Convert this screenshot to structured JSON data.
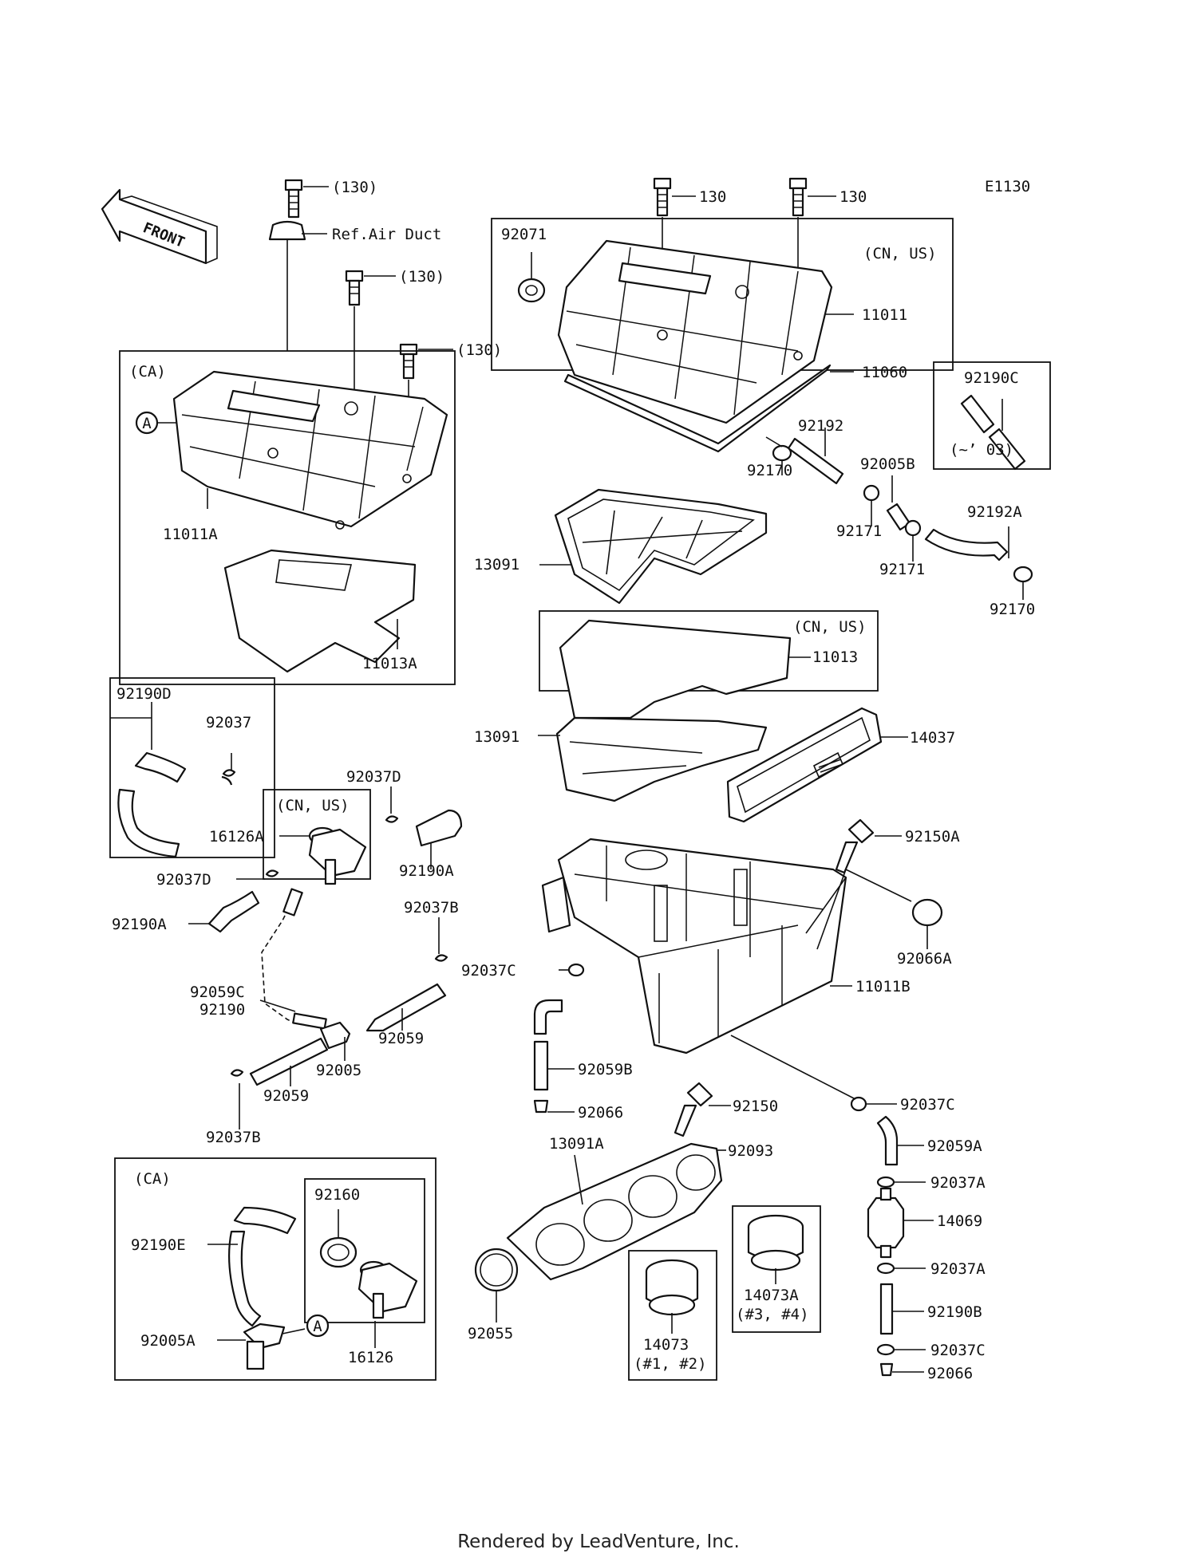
{
  "diagram_code": "E1130",
  "front_label": "FRONT",
  "footer": "Rendered by LeadVenture, Inc.",
  "markers": {
    "a1": "A",
    "a2": "A"
  },
  "labels": {
    "l130a": "(130)",
    "refair": "Ref.Air Duct",
    "l130b": "(130)",
    "l130c": "(130)",
    "ca1": "(CA)",
    "p11011A": "11011A",
    "p11013A": "11013A",
    "t130a": "130",
    "t130b": "130",
    "p92071": "92071",
    "cnus1": "(CN, US)",
    "p11011": "11011",
    "p11060": "11060",
    "p92190C": "92190C",
    "y03": "(~’ 03)",
    "p92192": "92192",
    "p92005B": "92005B",
    "p92170a": "92170",
    "p92192A": "92192A",
    "p92171a": "92171",
    "p92171b": "92171",
    "p92170b": "92170",
    "p13091a": "13091",
    "cnus2": "(CN, US)",
    "p11013": "11013",
    "p13091b": "13091",
    "p14037": "14037",
    "p92190D": "92190D",
    "p92037": "92037",
    "p92037D1": "92037D",
    "cnus3": "(CN, US)",
    "p16126A": "16126A",
    "p92190A1": "92190A",
    "p92150A": "92150A",
    "p92037D2": "92037D",
    "p92190A2": "92190A",
    "p92037B1": "92037B",
    "p92066A": "92066A",
    "p92037C1": "92037C",
    "p11011B": "11011B",
    "p92059C": "92059C",
    "p92190": "92190",
    "p92059a": "92059",
    "p92005": "92005",
    "p92059B": "92059B",
    "p92059b": "92059",
    "p92066a": "92066",
    "p92150": "92150",
    "p92037C2": "92037C",
    "p92037B2": "92037B",
    "p13091A": "13091A",
    "p92093": "92093",
    "p92059A": "92059A",
    "p92037A1": "92037A",
    "ca2": "(CA)",
    "p92160": "92160",
    "p14069": "14069",
    "p92190E": "92190E",
    "p92037A2": "92037A",
    "p14073A": "14073A",
    "n34": "(#3, #4)",
    "p92190B": "92190B",
    "p92005A": "92005A",
    "p92055": "92055",
    "p16126": "16126",
    "p14073": "14073",
    "n12": "(#1, #2)",
    "p92037C3": "92037C",
    "p92066b": "92066"
  }
}
